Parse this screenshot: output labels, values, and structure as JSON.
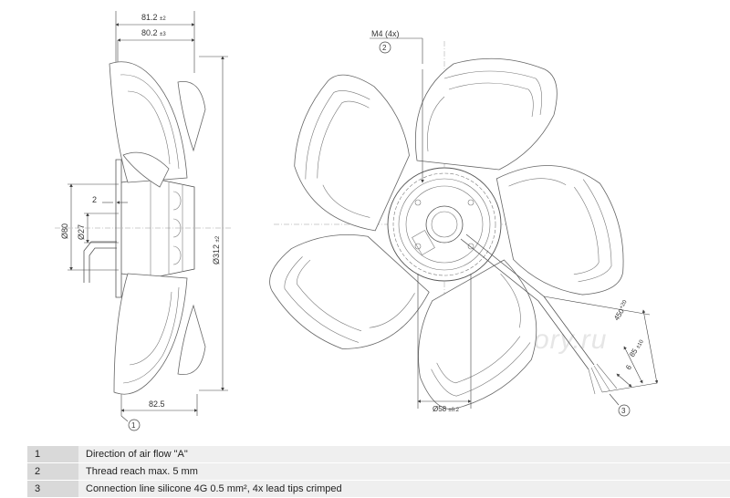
{
  "watermark": "Ventilatory.ru",
  "dimensions": {
    "width_outer": "81.2",
    "width_outer_tol": "±2",
    "width_inner": "80.2",
    "width_inner_tol": "±3",
    "depth": "82.5",
    "diameter_fan": "Ø312",
    "diameter_fan_tol": "±2",
    "diameter_hub": "Ø80",
    "diameter_shaft": "Ø27",
    "offset": "2",
    "thread": "M4 (4x)",
    "diameter_center": "Ø58",
    "diameter_center_tol": "±0.2",
    "cable_length": "450",
    "cable_length_tol": "+20",
    "strip_length": "85",
    "strip_length_tol": "±10",
    "lead_length": "6"
  },
  "callouts": {
    "flow": "1",
    "thread": "2",
    "cable": "3"
  },
  "legend": [
    {
      "num": "1",
      "text": "Direction of air flow \"A\""
    },
    {
      "num": "2",
      "text": "Thread reach max. 5 mm"
    },
    {
      "num": "3",
      "text": "Connection line silicone 4G 0.5 mm², 4x lead tips crimped"
    }
  ]
}
